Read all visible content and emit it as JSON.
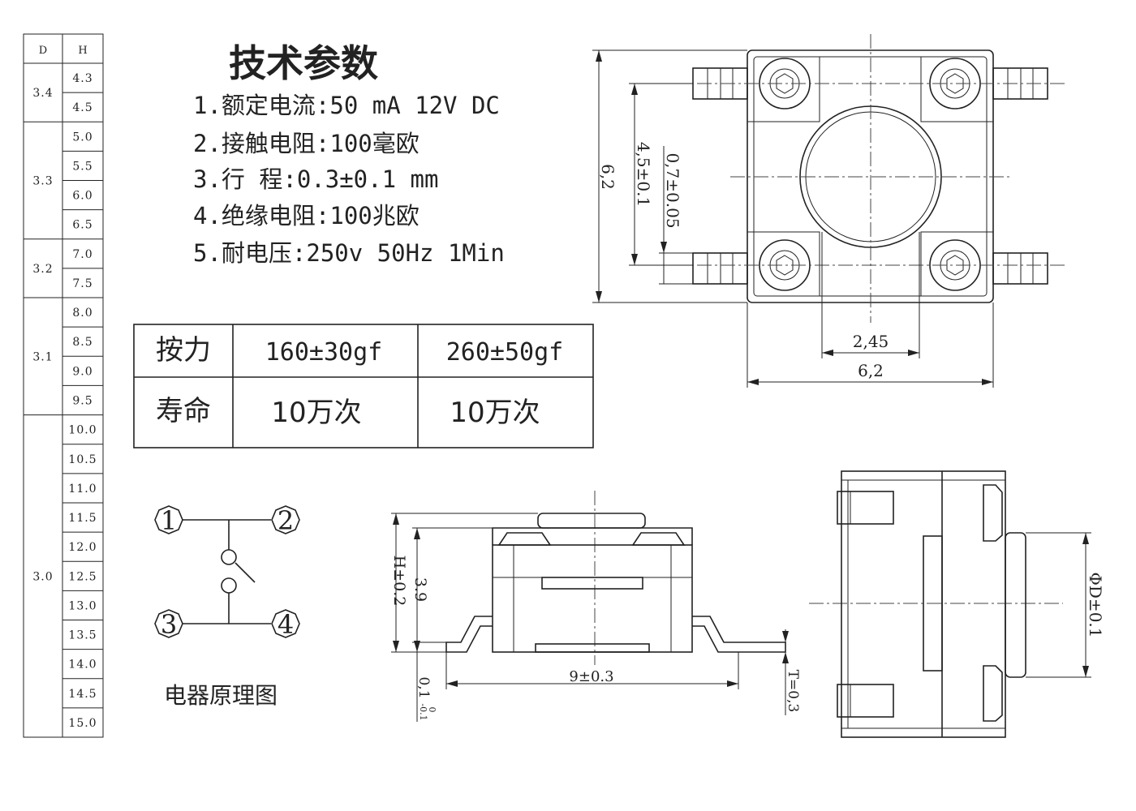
{
  "dh_table": {
    "header": {
      "d": "D",
      "h": "H"
    },
    "groups": [
      {
        "d": "3.4",
        "h": [
          "4.3",
          "4.5"
        ]
      },
      {
        "d": "3.3",
        "h": [
          "5.0",
          "5.5",
          "6.0",
          "6.5"
        ]
      },
      {
        "d": "3.2",
        "h": [
          "7.0",
          "7.5"
        ]
      },
      {
        "d": "3.1",
        "h": [
          "8.0",
          "8.5",
          "9.0",
          "9.5"
        ]
      },
      {
        "d": "3.0",
        "h": [
          "10.0",
          "10.5",
          "11.0",
          "11.5",
          "12.0",
          "12.5",
          "13.0",
          "13.5",
          "14.0",
          "14.5",
          "15.0"
        ]
      }
    ]
  },
  "specs": {
    "title": "技术参数",
    "items": [
      "1.额定电流:50 mA 12V DC",
      "2.接触电阻:100毫欧",
      "3.行    程:0.3±0.1 mm",
      "4.绝缘电阻:100兆欧",
      "5.耐电压:250v 50Hz 1Min"
    ]
  },
  "force_table": {
    "rows": [
      {
        "label": "按力",
        "v1": "160±30gf",
        "v2": "260±50gf"
      },
      {
        "label": "寿命",
        "v1": "10万次",
        "v2": "10万次"
      }
    ]
  },
  "schematic": {
    "caption": "电器原理图",
    "pins": [
      "1",
      "2",
      "3",
      "4"
    ]
  },
  "top_view": {
    "height_dim": "6,2",
    "pitch_dim": "4,5±0.1",
    "lead_dim": "0,7±0.05",
    "center_dim": "2,45",
    "width_dim": "6,2"
  },
  "front_view": {
    "h_dim": "H±0.2",
    "body_dim": "3.9",
    "standoff_dim": "0,1",
    "standoff_tol_upper": "0",
    "standoff_tol_lower": "-0.1",
    "length_dim": "9±0.3",
    "t_dim": "T=0,3"
  },
  "side_view": {
    "d_dim": "ΦD±0.1"
  }
}
